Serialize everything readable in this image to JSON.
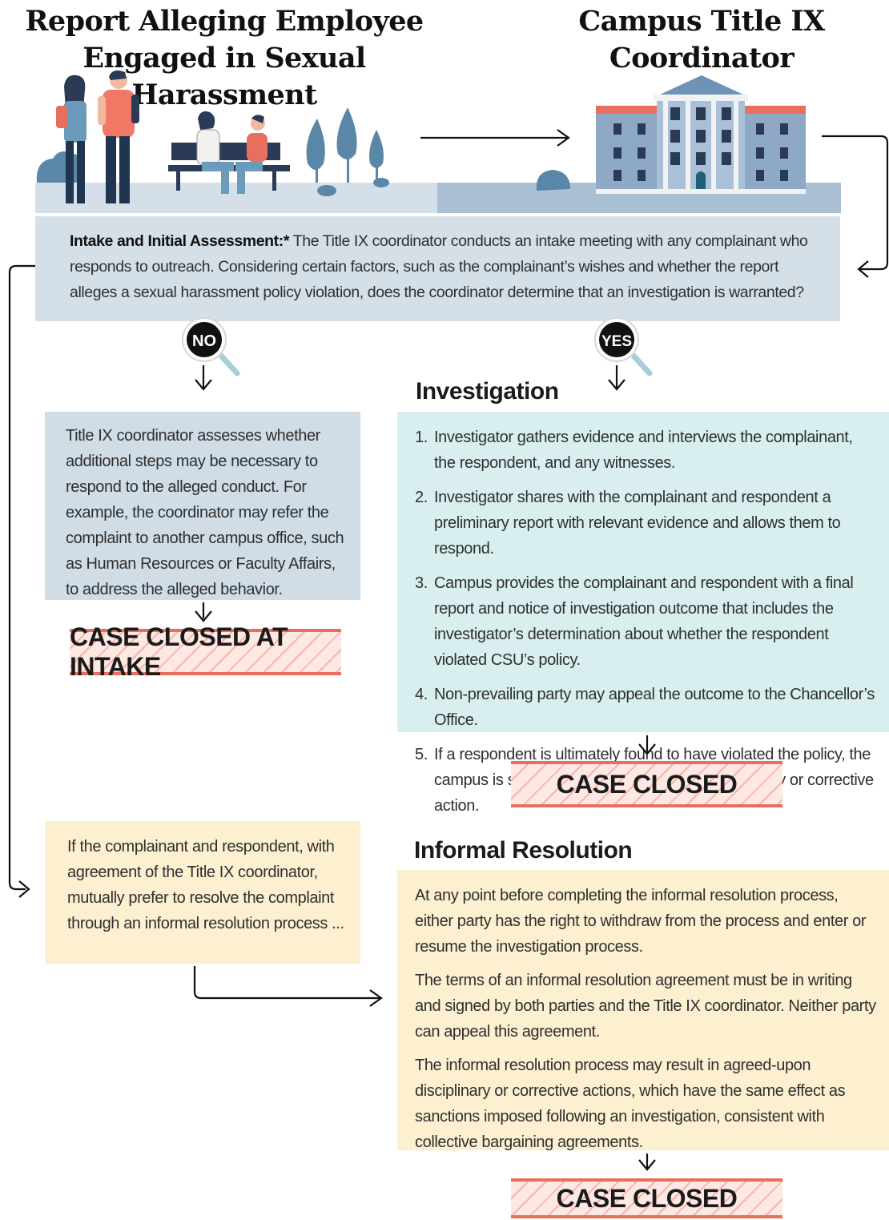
{
  "header": {
    "left_title": "Report Alleging Employee Engaged in Sexual Harassment",
    "right_title": "Campus Title IX Coordinator"
  },
  "intake": {
    "label": "Intake and Initial Assessment:*",
    "text": "The Title IX coordinator conducts an intake meeting with any complainant who responds to outreach. Considering certain factors, such as the complainant’s wishes and whether the report alleges a sexual harassment policy violation, does the coordinator determine that an investigation is warranted?"
  },
  "decision": {
    "no": "NO",
    "yes": "YES"
  },
  "no_branch": {
    "text": "Title IX coordinator assesses whether additional steps may be necessary to respond to the alleged conduct. For example, the coordinator may refer the complaint to another campus office, such as Human Resources or Faculty Affairs, to address the alleged behavior.",
    "outcome": "CASE CLOSED AT INTAKE"
  },
  "investigation": {
    "heading": "Investigation",
    "steps": [
      {
        "num": "1.",
        "text": "Investigator gathers evidence and interviews the complainant, the respondent, and any witnesses."
      },
      {
        "num": "2.",
        "text": "Investigator shares with the complainant and respondent a preliminary report with relevant evidence and allows them to respond."
      },
      {
        "num": "3.",
        "text": "Campus provides the complainant and respondent with a final report and notice of investigation outcome that includes the investigator’s determination about whether the respondent violated CSU’s policy."
      },
      {
        "num": "4.",
        "text": "Non-prevailing party may appeal the outcome to the Chancellor’s Office."
      },
      {
        "num": "5.",
        "text": "If a respondent is ultimately found to have violated the policy, the campus is supposed to take appropriate disciplinary or corrective action."
      }
    ],
    "outcome": "CASE CLOSED"
  },
  "informal_branch": {
    "text": "If the complainant and respondent, with agreement of the Title IX coordinator, mutually prefer to resolve the complaint through an informal resolution process ..."
  },
  "informal_resolution": {
    "heading": "Informal Resolution",
    "paragraphs": [
      "At any point before completing the informal resolution process, either party has the right to withdraw from the process and enter or resume the investigation process.",
      "The terms of an informal resolution agreement must be in writing and signed by both parties and the Title IX coordinator.  Neither party can appeal this agreement.",
      "The informal resolution process may result in agreed-upon disciplinary or corrective actions, which have the same effect as sanctions imposed following an investigation, consistent with collective bargaining agreements."
    ],
    "outcome": "CASE CLOSED"
  },
  "colors": {
    "intake_bg": "#d4dfe8",
    "no_bg": "#d0dce6",
    "investigation_bg": "#d9efef",
    "informal_bg": "#fdf0d0",
    "closed_accent": "#e86e5e",
    "building_blue": "#8ea9c6",
    "roof_red": "#e86e5e"
  }
}
